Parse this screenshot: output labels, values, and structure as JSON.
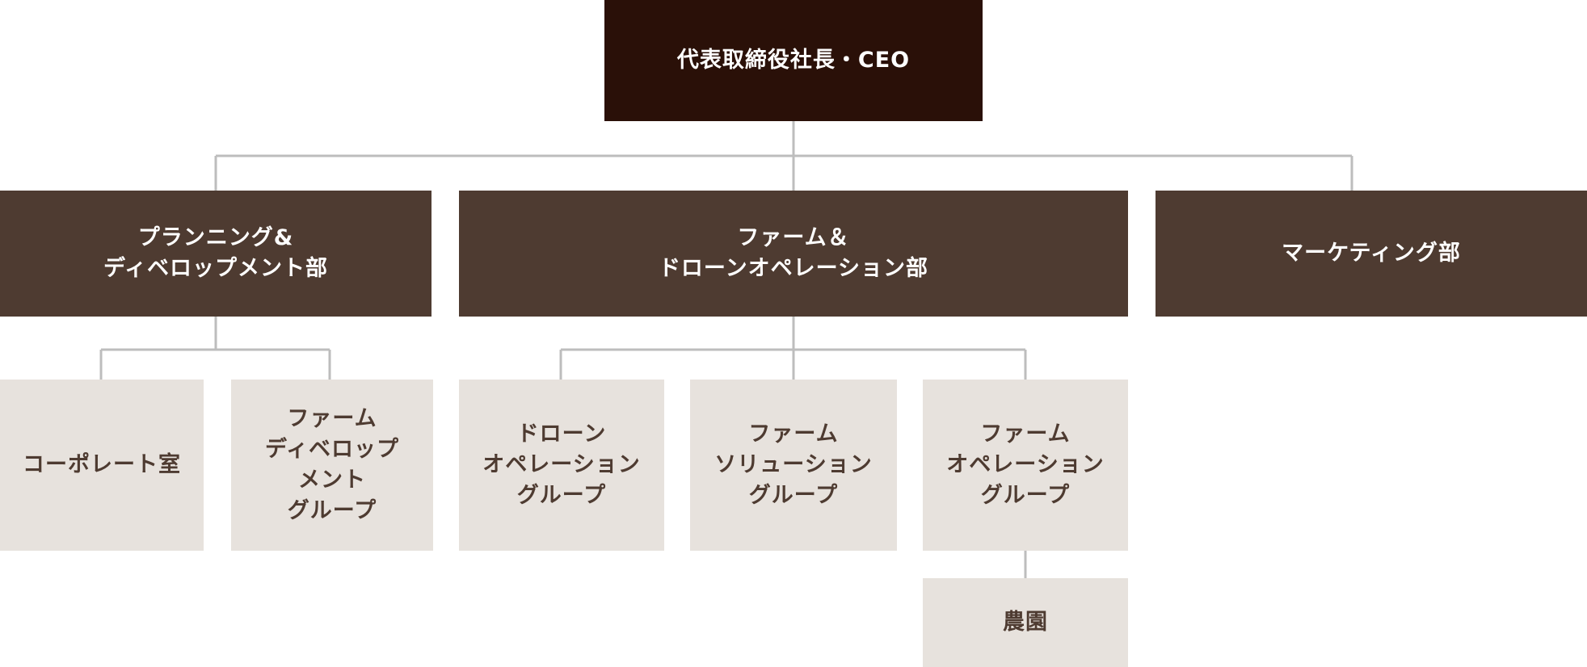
{
  "ceo": {
    "label": "代表取締役社長・CEO"
  },
  "departments": [
    {
      "label": "プランニング&\nディベロップメント部"
    },
    {
      "label": "ファーム＆\nドローンオペレーション部"
    },
    {
      "label": "マーケティング部"
    }
  ],
  "groups": [
    {
      "label": "コーポレート室"
    },
    {
      "label": "ファーム\nディベロップ\nメント\nグループ"
    },
    {
      "label": "ドローン\nオペレーション\nグループ"
    },
    {
      "label": "ファーム\nソリューション\nグループ"
    },
    {
      "label": "ファーム\nオペレーション\nグループ"
    },
    {
      "label": "農園"
    }
  ],
  "colors": {
    "ceo_bg": "#2a1008",
    "dept_bg": "#4e3b31",
    "group_bg": "#e7e2dd",
    "connector": "#bdbdbd"
  }
}
